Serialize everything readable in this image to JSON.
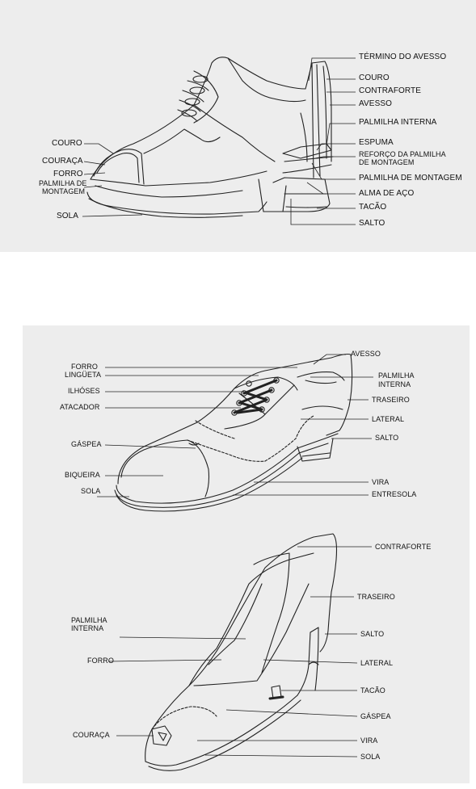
{
  "panel1": {
    "left_labels": {
      "couro": "COURO",
      "couraca": "COURAÇA",
      "forro": "FORRO",
      "palmilha_montagem_line1": "PALMILHA DE",
      "palmilha_montagem_line2": "MONTAGEM",
      "sola": "SOLA"
    },
    "right_labels": {
      "termino_avesso": "TÉRMINO DO AVESSO",
      "couro": "COURO",
      "contraforte": "CONTRAFORTE",
      "avesso": "AVESSO",
      "palmilha_interna": "PALMILHA INTERNA",
      "espuma": "ESPUMA",
      "reforco_line1": "REFORÇO DA PALMILHA",
      "reforco_line2": "DE MONTAGEM",
      "palmilha_montagem": "PALMILHA DE MONTAGEM",
      "alma_aco": "ALMA DE AÇO",
      "tacao": "TACÃO",
      "salto": "SALTO"
    }
  },
  "panel2": {
    "oxford": {
      "forro": "FORRO",
      "lingueta": "LINGÜETA",
      "ilhoses": "ILHÓSES",
      "atacador": "ATACADOR",
      "gaspea": "GÁSPEA",
      "biqueira": "BIQUEIRA",
      "sola": "SOLA",
      "avesso": "AVESSO",
      "palmilha_interna_line1": "PALMILHA",
      "palmilha_interna_line2": "INTERNA",
      "traseiro": "TRASEIRO",
      "lateral": "LATERAL",
      "salto": "SALTO",
      "vira": "VIRA",
      "entresola": "ENTRESOLA"
    },
    "pump": {
      "contraforte": "CONTRAFORTE",
      "traseiro": "TRASEIRO",
      "palmilha_interna_line1": "PALMILHA",
      "palmilha_interna_line2": "INTERNA",
      "salto": "SALTO",
      "forro": "FORRO",
      "lateral": "LATERAL",
      "tacao": "TACÃO",
      "gaspea": "GÁSPEA",
      "couraca": "COURAÇA",
      "vira": "VIRA",
      "sola": "SOLA"
    }
  }
}
